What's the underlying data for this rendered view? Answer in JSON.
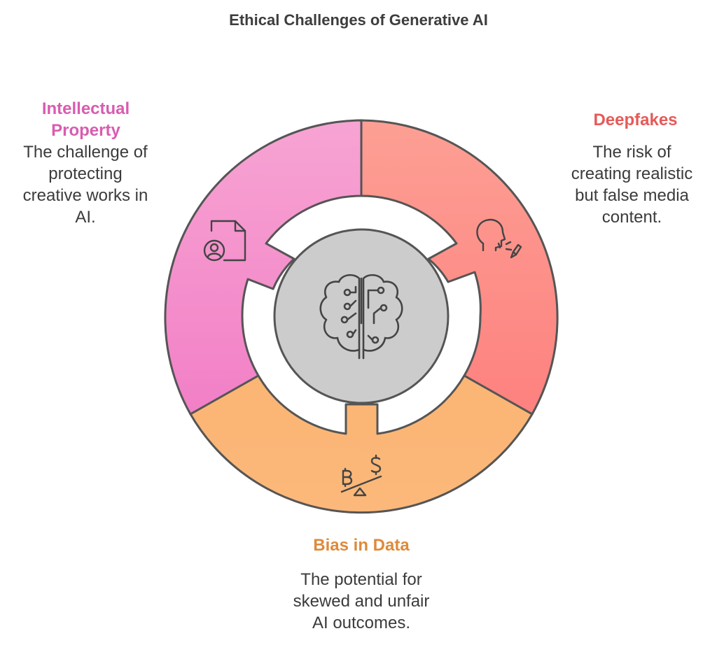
{
  "title": "Ethical Challenges of Generative AI",
  "segments": [
    {
      "id": "intellectual-property",
      "heading_lines": [
        "Intellectual",
        "Property"
      ],
      "description": "The challenge of protecting creative works in AI.",
      "description_lines": [
        "The challenge of",
        "protecting",
        "creative works in",
        "AI."
      ],
      "color": "#f28fcd",
      "heading_color": "#d95cb0",
      "icon": "document-user-icon"
    },
    {
      "id": "deepfakes",
      "heading": "Deepfakes",
      "description": "The risk of creating realistic but false media content.",
      "description_lines": [
        "The risk of",
        "creating realistic",
        "but false media",
        "content."
      ],
      "color": "#fd8f89",
      "heading_color": "#e55a58",
      "icon": "face-profile-brush-icon"
    },
    {
      "id": "bias-in-data",
      "heading": "Bias in Data",
      "description": "The potential for skewed and unfair AI outcomes.",
      "description_lines": [
        "The potential for",
        "skewed and unfair",
        "AI outcomes."
      ],
      "color": "#fbb574",
      "heading_color": "#de8a3a",
      "icon": "balance-scale-currency-icon"
    }
  ],
  "center": {
    "icon": "brain-circuit-icon",
    "color": "#cccccc"
  }
}
